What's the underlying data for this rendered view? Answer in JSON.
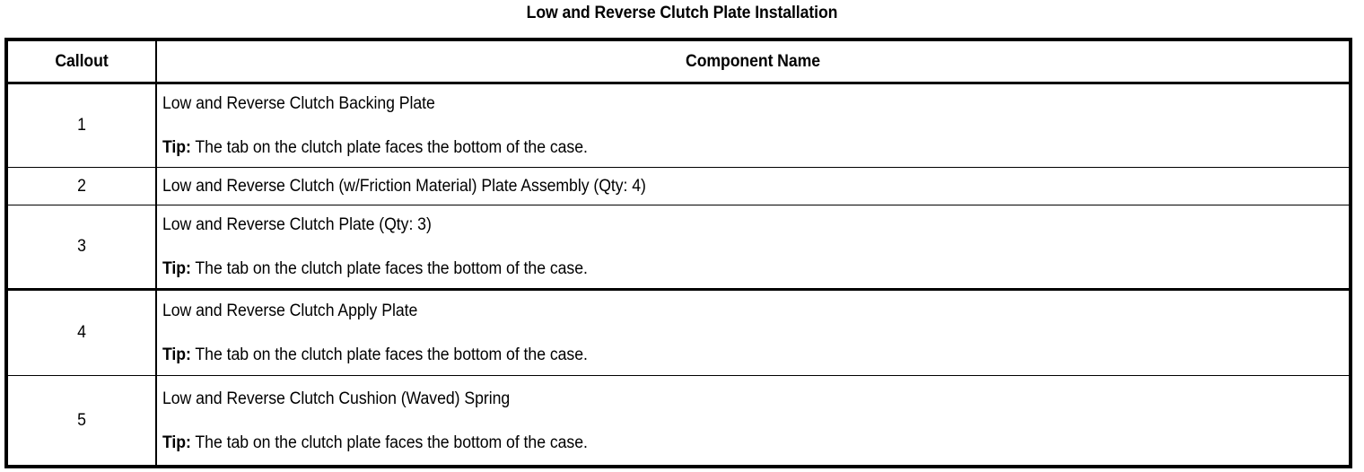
{
  "document": {
    "title": "Low and Reverse Clutch Plate Installation"
  },
  "table": {
    "headers": {
      "callout": "Callout",
      "component_name": "Component Name"
    },
    "rows": [
      {
        "callout": "1",
        "name": "Low and Reverse Clutch Backing Plate",
        "tip_label": "Tip:",
        "tip_text": " The tab on the clutch plate faces the bottom of the case.",
        "has_tip": true
      },
      {
        "callout": "2",
        "name": "Low and Reverse Clutch (w/Friction Material) Plate Assembly (Qty: 4)",
        "tip_label": "",
        "tip_text": "",
        "has_tip": false
      },
      {
        "callout": "3",
        "name": "Low and Reverse Clutch Plate (Qty: 3)",
        "tip_label": "Tip:",
        "tip_text": " The tab on the clutch plate faces the bottom of the case.",
        "has_tip": true
      },
      {
        "callout": "4",
        "name": "Low and Reverse Clutch Apply Plate",
        "tip_label": "Tip:",
        "tip_text": " The tab on the clutch plate faces the bottom of the case.",
        "has_tip": true
      },
      {
        "callout": "5",
        "name": "Low and Reverse Clutch Cushion (Waved) Spring",
        "tip_label": "Tip:",
        "tip_text": " The tab on the clutch plate faces the bottom of the case.",
        "has_tip": true
      }
    ]
  },
  "colors": {
    "text": "#000000",
    "background": "#ffffff",
    "border": "#000000"
  }
}
